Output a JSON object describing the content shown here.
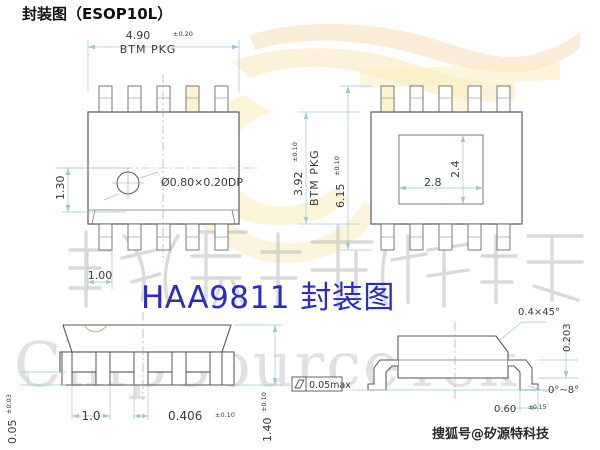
{
  "header": {
    "title": "封装图（ESOP10L）"
  },
  "overlay": {
    "main_watermark": "HAA9811 封装图",
    "main_watermark_color": "#2b2bc8",
    "brand_watermark": "ChipSourceTek",
    "brand_watermark_cn": "矽源特科技",
    "logo_watermark": "CST",
    "logo_color": "#f5c842",
    "footer_watermark": "搜狐号@矽源特科技"
  },
  "drawing": {
    "package_name": "ESOP10L",
    "views": [
      {
        "id": "top-view",
        "label": "BTM PKG top view",
        "pin_count": 10,
        "pins_per_side": 5
      },
      {
        "id": "bottom-view",
        "label": "bottom view with exposed pad",
        "pin_count": 10,
        "pins_per_side": 5
      },
      {
        "id": "front-view",
        "label": "front elevation view"
      },
      {
        "id": "side-view",
        "label": "side elevation view"
      }
    ],
    "dimensions": {
      "body_width": "4.90",
      "body_width_tol": "±0.20",
      "body_width_note": "BTM PKG",
      "body_height": "3.92",
      "body_height_tol": "±0.10",
      "body_height_note": "BTM PKG",
      "total_height": "6.15",
      "total_height_tol": "±0.10",
      "pin1_marker": "Ø0.80×0.20DP",
      "left_offset": "1.30",
      "lead_span_note": "1.00",
      "pad_width": "2.8",
      "pad_height": "2.4",
      "standoff": "0.05",
      "standoff_tol": "±0.03",
      "lead_pitch": "1.0",
      "lead_width": "0.406",
      "lead_width_tol": "±0.10",
      "package_thickness": "1.40",
      "package_thickness_tol": "±0.10",
      "chamfer": "0.4×45°",
      "lead_thickness": "0.203",
      "lead_angle": "0°~8°",
      "lead_foot": "0.60",
      "lead_foot_tol": "±0.15",
      "flatness_value": "0.05max"
    },
    "colors": {
      "outline": "#555555",
      "dimension": "#8fb8c8",
      "centerline": "#c08080",
      "text": "#333333"
    }
  }
}
